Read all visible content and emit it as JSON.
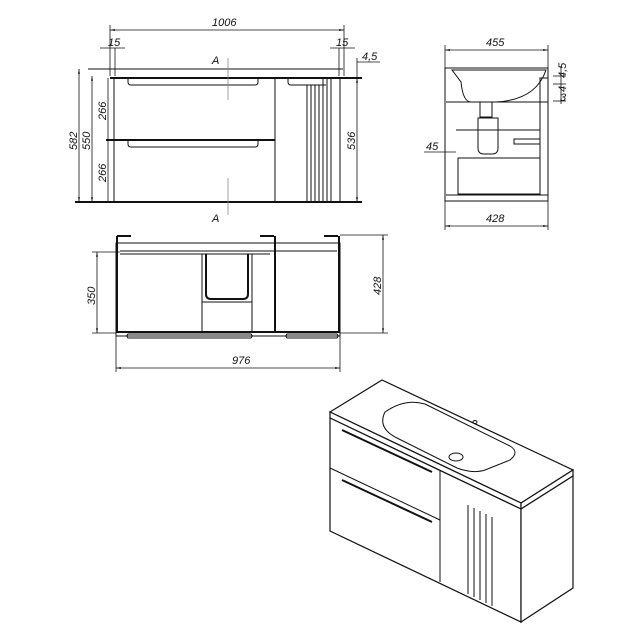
{
  "front_view": {
    "width_total": "1006",
    "overhang_left": "15",
    "overhang_right": "15",
    "top_thickness": "4,5",
    "height_total": "582",
    "height_body": "550",
    "drawer_top": "266",
    "drawer_bottom": "266",
    "height_right": "536",
    "section_top": "A",
    "section_bottom": "A"
  },
  "top_view": {
    "depth": "350",
    "depth_total": "428",
    "width": "976"
  },
  "side_view": {
    "depth_top": "455",
    "depth_body": "428",
    "offset": "45",
    "dim_a": "4,5",
    "dim_b": "4",
    "dim_c": "3"
  }
}
